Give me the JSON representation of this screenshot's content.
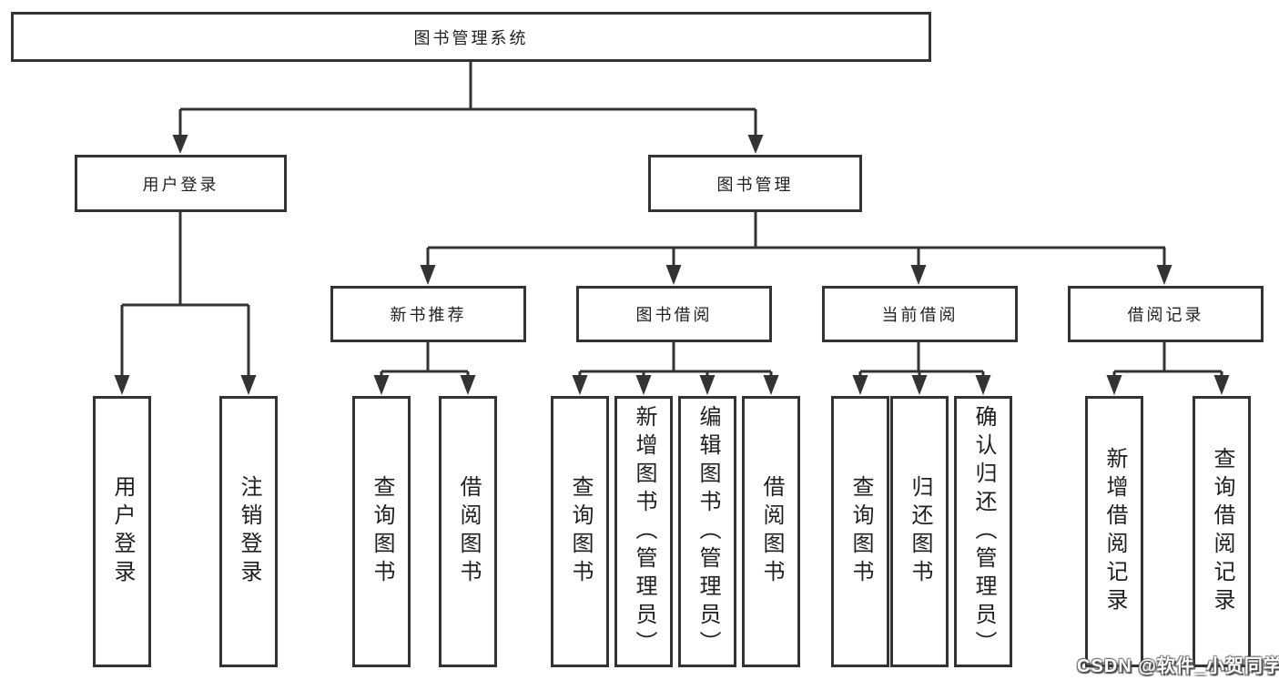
{
  "diagram": {
    "root": {
      "label": "图书管理系统"
    },
    "branches": [
      {
        "label": "用户登录",
        "children": [
          {
            "label": "用户登录"
          },
          {
            "label": "注销登录"
          }
        ]
      },
      {
        "label": "图书管理",
        "children": [
          {
            "label": "新书推荐",
            "children": [
              {
                "label": "查询图书"
              },
              {
                "label": "借阅图书"
              }
            ]
          },
          {
            "label": "图书借阅",
            "children": [
              {
                "label": "查询图书"
              },
              {
                "label": "新增图书（管理员）"
              },
              {
                "label": "编辑图书（管理员）"
              },
              {
                "label": "借阅图书"
              }
            ]
          },
          {
            "label": "当前借阅",
            "children": [
              {
                "label": "查询图书"
              },
              {
                "label": "归还图书"
              },
              {
                "label": "确认归还（管理员）"
              }
            ]
          },
          {
            "label": "借阅记录",
            "children": [
              {
                "label": "新增借阅记录"
              },
              {
                "label": "查询借阅记录"
              }
            ]
          }
        ]
      }
    ]
  },
  "colors": {
    "line": "#333333",
    "box_border": "#333333",
    "text": "#1f1f1f",
    "background": "#ffffff",
    "watermark_text": "#ffffff",
    "watermark_shadow": "#4a4a4a"
  },
  "watermark": {
    "text": "CSDN @软件_小贺同学"
  }
}
